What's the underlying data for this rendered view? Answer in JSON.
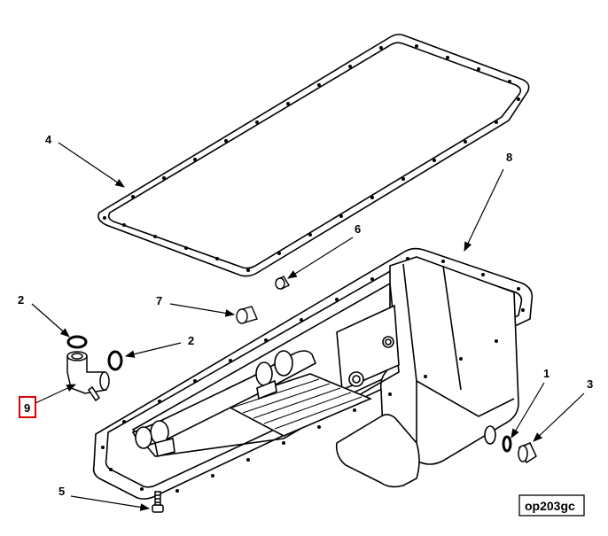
{
  "diagram": {
    "callouts": [
      {
        "id": "c4",
        "label": "4"
      },
      {
        "id": "c8",
        "label": "8"
      },
      {
        "id": "c6",
        "label": "6"
      },
      {
        "id": "c7",
        "label": "7"
      },
      {
        "id": "c2a",
        "label": "2"
      },
      {
        "id": "c2b",
        "label": "2"
      },
      {
        "id": "c9",
        "label": "9"
      },
      {
        "id": "c1",
        "label": "1"
      },
      {
        "id": "c3",
        "label": "3"
      },
      {
        "id": "c5",
        "label": "5"
      }
    ],
    "drawing_code": "op203gc",
    "colors": {
      "line": "#000000",
      "highlight": "#e00000",
      "pan_fill": "#ffffff"
    }
  }
}
